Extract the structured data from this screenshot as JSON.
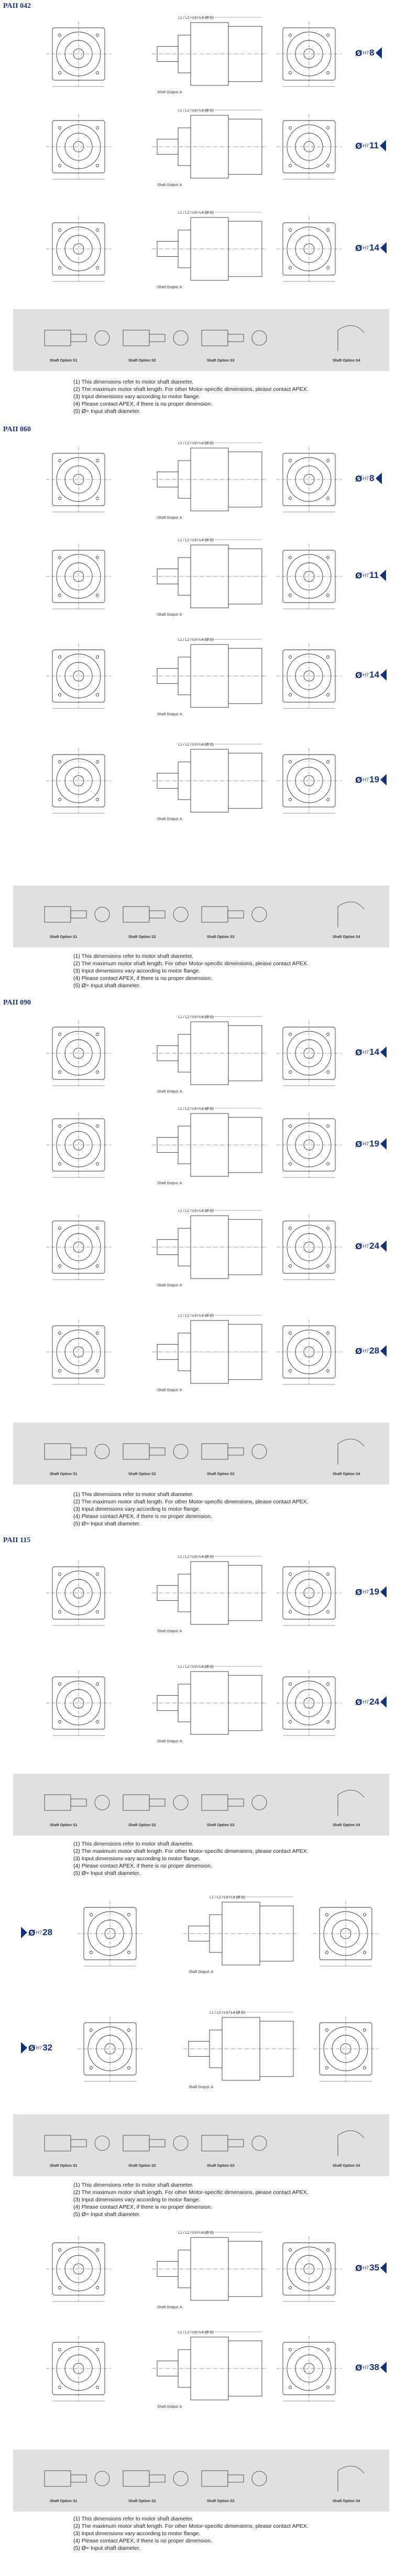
{
  "series": [
    {
      "title": "PAII 042",
      "top": 4,
      "rows": [
        {
          "top": 28,
          "d": "Ø",
          "pre": "H7",
          "v": "8",
          "side": "right"
        },
        {
          "top": 205,
          "d": "Ø",
          "pre": "H7",
          "v": "11",
          "side": "right"
        },
        {
          "top": 400,
          "d": "Ø",
          "pre": "H7",
          "v": "14",
          "side": "right"
        }
      ],
      "panel_top": 590,
      "panel_labels": [
        "Shaft Option S1",
        "Shaft Option S2",
        "Shaft Option S3",
        "Shaft Option S4"
      ],
      "notes_top": 722
    },
    {
      "title": "PAII 060",
      "top": 812,
      "rows": [
        {
          "top": 840,
          "d": "Ø",
          "pre": "H7",
          "v": "8",
          "side": "right"
        },
        {
          "top": 1025,
          "d": "Ø",
          "pre": "H7",
          "v": "11",
          "side": "right"
        },
        {
          "top": 1215,
          "d": "Ø",
          "pre": "H7",
          "v": "14",
          "side": "right"
        },
        {
          "top": 1415,
          "d": "Ø",
          "pre": "H7",
          "v": "19",
          "side": "right"
        }
      ],
      "panel_top": 1690,
      "panel_labels": [
        "Shaft Option S1",
        "Shaft Option S2",
        "Shaft Option S3",
        "Shaft Option S4"
      ],
      "notes_top": 1818
    },
    {
      "title": "PAII 090",
      "top": 1906,
      "rows": [
        {
          "top": 1935,
          "d": "Ø",
          "pre": "H7",
          "v": "14",
          "side": "right"
        },
        {
          "top": 2110,
          "d": "Ø",
          "pre": "H7",
          "v": "19",
          "side": "right"
        },
        {
          "top": 2305,
          "d": "Ø",
          "pre": "H7",
          "v": "24",
          "side": "right"
        },
        {
          "top": 2505,
          "d": "Ø",
          "pre": "H7",
          "v": "28",
          "side": "right"
        }
      ],
      "panel_top": 2715,
      "panel_labels": [
        "Shaft Option S1",
        "Shaft Option S2",
        "Shaft Option S3",
        "Shaft Option S4"
      ],
      "notes_top": 2845
    },
    {
      "title": "PAII 115",
      "top": 2932,
      "rows": [
        {
          "top": 2965,
          "d": "Ø",
          "pre": "H7",
          "v": "19",
          "side": "right"
        },
        {
          "top": 3175,
          "d": "Ø",
          "pre": "H7",
          "v": "24",
          "side": "right"
        }
      ],
      "panel_top": 3385,
      "panel_labels": [
        "Shaft Option S1",
        "Shaft Option S2",
        "Shaft Option S3",
        "Shaft Option S4"
      ],
      "notes_top": 3512
    },
    {
      "title": "",
      "top": 3600,
      "rows": [
        {
          "top": 3615,
          "d": "Ø",
          "pre": "H7",
          "v": "28",
          "side": "left"
        },
        {
          "top": 3835,
          "d": "Ø",
          "pre": "H7",
          "v": "32",
          "side": "left"
        }
      ],
      "panel_top": 4035,
      "panel_labels": [
        "Shaft Option S1",
        "Shaft Option S2",
        "Shaft Option S3",
        "Shaft Option S4"
      ],
      "notes_top": 4163
    },
    {
      "title": "",
      "top": 4250,
      "rows": [
        {
          "top": 4255,
          "d": "Ø",
          "pre": "H7",
          "v": "35",
          "side": "right"
        },
        {
          "top": 4445,
          "d": "Ø",
          "pre": "H7",
          "v": "38",
          "side": "right"
        }
      ],
      "panel_top": 4675,
      "panel_labels": [
        "Shaft Option S1",
        "Shaft Option S2",
        "Shaft Option S3",
        "Shaft Option S4"
      ],
      "notes_top": 4800
    }
  ],
  "drawing_labels": {
    "shaft_output": "Shaft Output: A",
    "dim": "L1 / L2 / L3 / L4 (Ø D)"
  },
  "notes": [
    "(1) This dimensions refer to motor shaft diameter.",
    "(2) The maximum motor shaft length. For other Motor-specific dimensions, please contact APEX.",
    "(3) Input dimensions vary according to motor flange.",
    "(4) Please contact APEX, if there is no proper dimension.",
    "(5) Ø= Input shaft diameter."
  ],
  "colors": {
    "title": "#1a2f80",
    "badge": "#15317e",
    "panel": "#dfe0e2",
    "line": "#333333"
  }
}
